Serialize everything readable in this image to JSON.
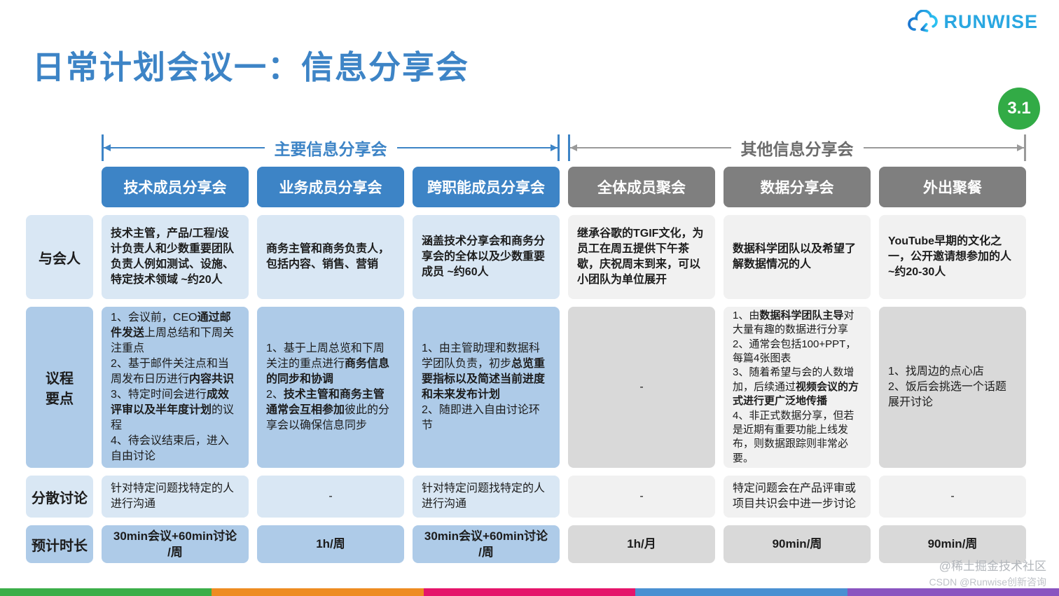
{
  "header": {
    "title": "日常计划会议一：信息分享会",
    "logo_text": "RUNWISE",
    "badge": "3.1"
  },
  "groups": [
    {
      "label": "主要信息分享会"
    },
    {
      "label": "其他信息分享会"
    }
  ],
  "row_labels": {
    "attendees": "与会人",
    "agenda": "议程\n要点",
    "breakout": "分散讨论",
    "duration": "预计时长"
  },
  "columns": [
    {
      "header": "技术成员分享会",
      "attendees": [
        {
          "t": "技术主管，产品/工程/设计负责人和少数重要团队负责人例如测试、设施、特定技术领域 ~约20人",
          "b": true
        }
      ],
      "agenda": [
        {
          "t": "1、会议前，CEO",
          "b": false
        },
        {
          "t": "通过邮件发送",
          "b": true
        },
        {
          "t": "上周总结和下周关注重点\n2、基于邮件关注点和当周发布日历进行",
          "b": false
        },
        {
          "t": "内容共识",
          "b": true
        },
        {
          "t": "\n3、特定时间会进行",
          "b": false
        },
        {
          "t": "成效评审以及半年度计划",
          "b": true
        },
        {
          "t": "的议程\n4、待会议结束后，进入自由讨论",
          "b": false
        }
      ],
      "breakout": [
        {
          "t": "针对特定问题找特定的人进行沟通",
          "b": false
        }
      ],
      "duration": "30min会议+60min讨论\n/周"
    },
    {
      "header": "业务成员分享会",
      "attendees": [
        {
          "t": "商务主管和商务负责人，包括内容、销售、营销",
          "b": true
        }
      ],
      "agenda": [
        {
          "t": "1、基于上周总览和下周关注的重点进行",
          "b": false
        },
        {
          "t": "商务信息的同步和协调",
          "b": true
        },
        {
          "t": "\n2、",
          "b": false
        },
        {
          "t": "技术主管和商务主管通常会互相参加",
          "b": true
        },
        {
          "t": "彼此的分享会以确保信息同步",
          "b": false
        }
      ],
      "breakout": [
        {
          "t": "-",
          "b": false
        }
      ],
      "duration": "1h/周"
    },
    {
      "header": "跨职能成员分享会",
      "attendees": [
        {
          "t": "涵盖技术分享会和商务分享会的全体以及少数重要成员 ~约60人",
          "b": true
        }
      ],
      "agenda": [
        {
          "t": "1、由主管助理和数据科学团队负责，初步",
          "b": false
        },
        {
          "t": "总览重要指标以及简述当前进度和未来发布计划",
          "b": true
        },
        {
          "t": "\n2、随即进入自由讨论环节",
          "b": false
        }
      ],
      "breakout": [
        {
          "t": "针对特定问题找特定的人进行沟通",
          "b": false
        }
      ],
      "duration": "30min会议+60min讨论\n/周"
    },
    {
      "header": "全体成员聚会",
      "attendees": [
        {
          "t": "继承谷歌的TGIF文化，为员工在周五提供下午茶歇，庆祝周末到来，可以小团队为单位展开",
          "b": true
        }
      ],
      "agenda": [
        {
          "t": "-",
          "b": false
        }
      ],
      "breakout": [
        {
          "t": "-",
          "b": false
        }
      ],
      "duration": "1h/月"
    },
    {
      "header": "数据分享会",
      "attendees": [
        {
          "t": "数据科学团队以及希望了解数据情况的人",
          "b": true
        }
      ],
      "agenda": [
        {
          "t": "1、由",
          "b": false
        },
        {
          "t": "数据科学团队主导",
          "b": true
        },
        {
          "t": "对大量有趣的数据进行分享\n2、通常会包括100+PPT，每篇4张图表\n3、随着希望与会的人数增加，后续通过",
          "b": false
        },
        {
          "t": "视频会议的方式进行更广泛地传播",
          "b": true
        },
        {
          "t": "\n4、非正式数据分享，但若是近期有重要功能上线发布，则数据跟踪则非常必要。",
          "b": false
        }
      ],
      "breakout": [
        {
          "t": "特定问题会在产品评审或项目共识会中进一步讨论",
          "b": false
        }
      ],
      "duration": "90min/周"
    },
    {
      "header": "外出聚餐",
      "attendees": [
        {
          "t": "YouTube早期的文化之一，公开邀请想参加的人 ~约20-30人",
          "b": true
        }
      ],
      "agenda": [
        {
          "t": "1、找周边的点心店\n2、饭后会挑选一个话题展开讨论",
          "b": false
        }
      ],
      "breakout": [
        {
          "t": "-",
          "b": false
        }
      ],
      "duration": "90min/周"
    }
  ],
  "footer": {
    "watermark_line1": "@稀土掘金技术社区",
    "watermark_line2": "CSDN @Runwise创新咨询",
    "stripe_colors": [
      "#3CAE49",
      "#EE8C22",
      "#E5156B",
      "#4A90D2",
      "#8A55C0"
    ]
  },
  "colors": {
    "title_blue": "#3d84c6",
    "header_blue": "#3d84c6",
    "header_gray": "#7f7f7f",
    "cell_blue_light": "#d9e7f4",
    "cell_blue_mid": "#aecbe8",
    "cell_gray_light": "#f1f1f1",
    "cell_gray_mid": "#d9d9d9",
    "badge_green": "#32ab46",
    "logo_blue": "#29a7e1"
  }
}
